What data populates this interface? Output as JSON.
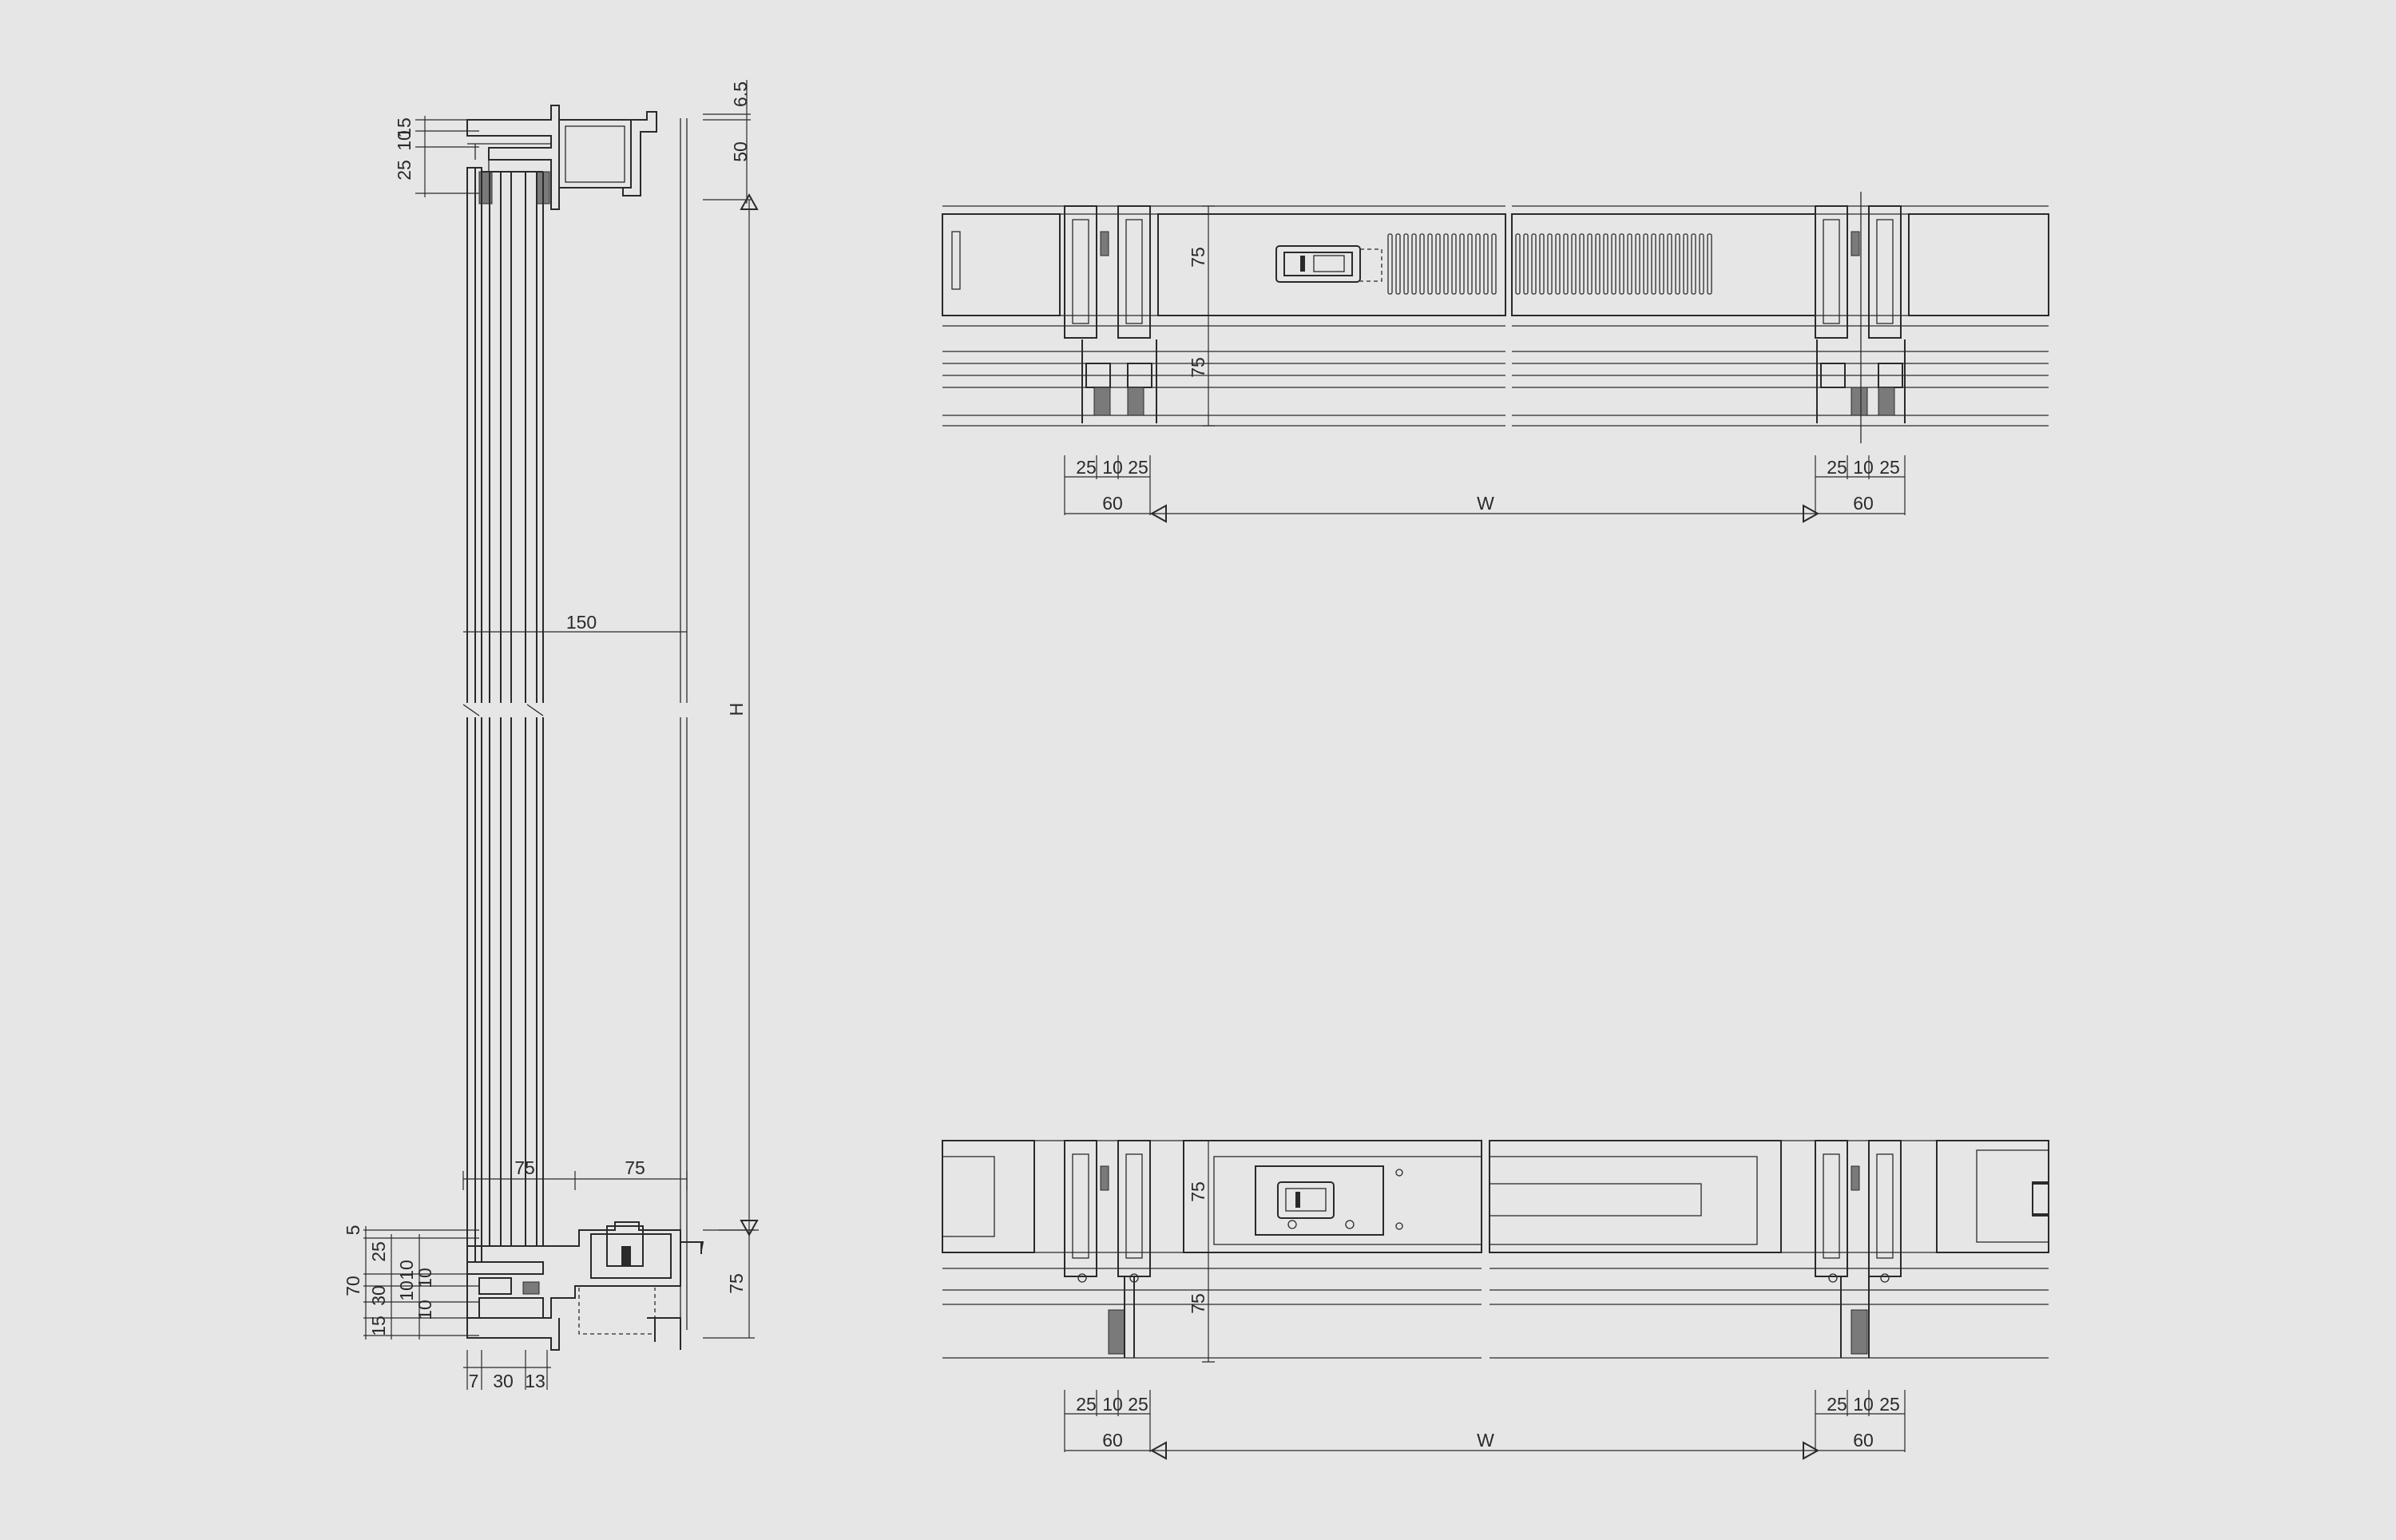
{
  "colors": {
    "background": "#e6e6e6",
    "line": "#2a2a2a"
  },
  "vertical_section": {
    "top_dims": [
      "15",
      "10",
      "25"
    ],
    "right_top_dims": [
      "6.5",
      "50"
    ],
    "height_label": "H",
    "width_label": "150",
    "bottom_h_dims": [
      "75",
      "75"
    ],
    "bottom_left_dims": [
      "5",
      "25",
      "70",
      "10",
      "10",
      "30",
      "10",
      "10",
      "15"
    ],
    "right_bottom_dim": "75",
    "bottom_dims": [
      "7",
      "30",
      "13"
    ]
  },
  "plan_top": {
    "vertical_dims": [
      "75",
      "75"
    ],
    "left_dims": {
      "top": [
        "25",
        "10",
        "25"
      ],
      "total": "60"
    },
    "right_dims": {
      "top": [
        "25",
        "10",
        "25"
      ],
      "total": "60"
    },
    "width_label": "W"
  },
  "plan_bottom": {
    "vertical_dims": [
      "75",
      "75"
    ],
    "left_dims": {
      "top": [
        "25",
        "10",
        "25"
      ],
      "total": "60"
    },
    "right_dims": {
      "top": [
        "25",
        "10",
        "25"
      ],
      "total": "60"
    },
    "width_label": "W"
  }
}
